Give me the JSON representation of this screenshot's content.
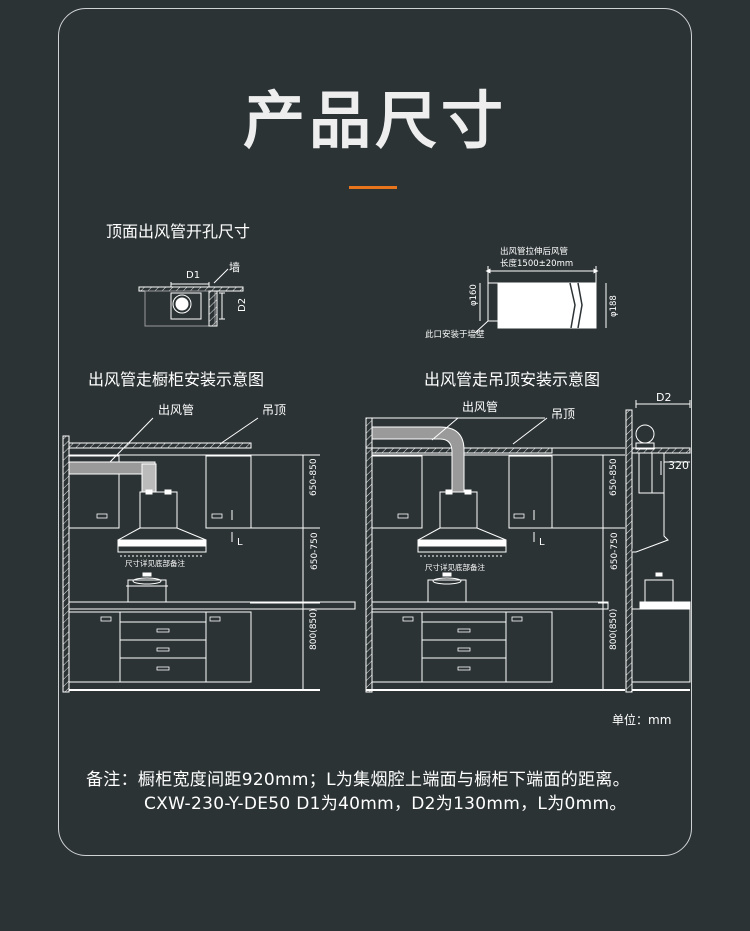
{
  "page": {
    "title": "产品尺寸",
    "unit_label": "单位：mm"
  },
  "top_section": {
    "label": "顶面出风管开孔尺寸",
    "d1": "D1",
    "d2": "D2",
    "wall": "墙"
  },
  "duct_diagram": {
    "stretch_line1": "出风管拉伸后风管",
    "stretch_line2": "长度1500±20mm",
    "dia_left": "φ160",
    "dia_right": "φ188",
    "mount_note": "此口安装于墙壁"
  },
  "left_diagram": {
    "label": "出风管走橱柜安装示意图",
    "duct": "出风管",
    "ceiling": "吊顶",
    "dim_upper": "650-850",
    "dim_middle": "650-750",
    "dim_lower": "800(850)",
    "l": "L",
    "hood_note": "尺寸详见底部备注"
  },
  "right_diagram": {
    "label": "出风管走吊顶安装示意图",
    "duct": "出风管",
    "ceiling": "吊顶",
    "dim_upper": "650-850",
    "dim_middle": "650-750",
    "dim_lower": "800(850)",
    "l": "L",
    "hood_note": "尺寸详见底部备注",
    "d2": "D2",
    "side_dim": "320"
  },
  "notes": {
    "line1": "备注：橱柜宽度间距920mm；L为集烟腔上端面与橱柜下端面的距离。",
    "line2": "CXW-230-Y-DE50    D1为40mm，D2为130mm，L为0mm。"
  }
}
